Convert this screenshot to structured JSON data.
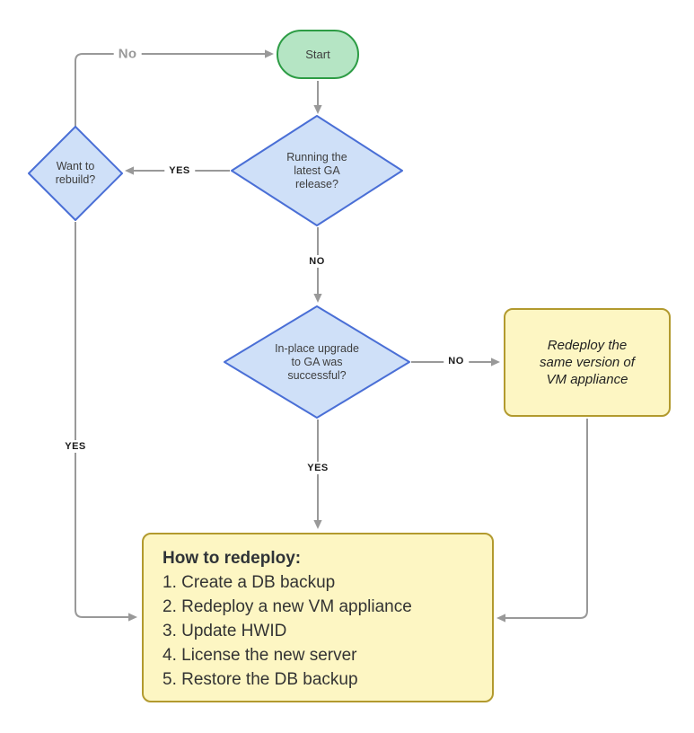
{
  "colors": {
    "start_fill": "#b5e5c4",
    "start_stroke": "#2d9c45",
    "decision_fill": "#cfe0f8",
    "decision_stroke": "#4a6fd6",
    "note_fill": "#fdf6c3",
    "note_stroke": "#b29a2e",
    "connector_gray": "#999999",
    "node_text": "#3e3e3e",
    "edge_label_text": "#1a1a1a",
    "loop_label_text": "#999999"
  },
  "nodes": {
    "start": {
      "label": "Start"
    },
    "decision_latest_ga": {
      "label": "Running the\nlatest GA\nrelease?"
    },
    "decision_want_rebuild": {
      "label": "Want to\nrebuild?"
    },
    "decision_upgrade_success": {
      "label": "In-place upgrade\nto GA was\nsuccessful?"
    },
    "redeploy_same": {
      "label": "Redeploy the\nsame version of\nVM appliance"
    },
    "how_to_redeploy": {
      "title": "How to redeploy:",
      "steps": [
        "1. Create a DB backup",
        "2. Redeploy a new VM appliance",
        "3. Update HWID",
        "4. License the new server",
        "5. Restore the DB backup"
      ]
    }
  },
  "edge_labels": {
    "no_rebuild_to_start": "No",
    "yes_latest_to_rebuild": "YES",
    "no_latest_to_upgrade": "NO",
    "no_upgrade_to_redeploy": "NO",
    "yes_upgrade_to_howto": "YES",
    "yes_rebuild_to_howto": "YES"
  }
}
